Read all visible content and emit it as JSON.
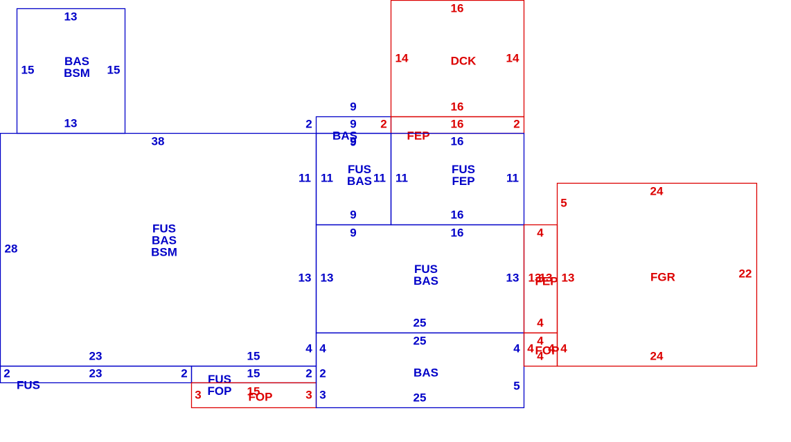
{
  "colors": {
    "living": "#0000c8",
    "other": "#dc0000"
  },
  "areas": [
    {
      "id": "bas-bsm-top",
      "labels": [
        "BAS",
        "BSM"
      ],
      "color": "living",
      "sides": {
        "top": "13",
        "bottom": "13",
        "left": "15",
        "right": "15"
      }
    },
    {
      "id": "main-fus-bas-bsm",
      "labels": [
        "FUS",
        "BAS",
        "BSM"
      ],
      "color": "living",
      "sides": {
        "top": "38",
        "left": "28",
        "right": "11",
        "right2": "13",
        "right3": "4",
        "bottom": "23",
        "bottom2": "15"
      }
    },
    {
      "id": "fus-strip-left",
      "labels": [
        "FUS"
      ],
      "color": "living",
      "sides": {
        "top": "23",
        "left": "2",
        "right": "2"
      }
    },
    {
      "id": "fus-fop-strip",
      "labels": [
        "FUS",
        "FOP"
      ],
      "color": "living",
      "sides": {
        "top": "15",
        "right": "2"
      }
    },
    {
      "id": "fop-lower",
      "labels": [
        "FOP"
      ],
      "color": "other",
      "sides": {
        "top": "15",
        "left": "3",
        "right": "3"
      }
    },
    {
      "id": "bas-small",
      "labels": [
        "BAS"
      ],
      "color": "living",
      "sides": {
        "top": "9",
        "top2": "9",
        "bottom": "9",
        "left": "2"
      }
    },
    {
      "id": "fep-small",
      "labels": [
        "FEP"
      ],
      "color": "other",
      "sides": {
        "left": "2",
        "right": "2",
        "top": "16"
      }
    },
    {
      "id": "dck",
      "labels": [
        "DCK"
      ],
      "color": "other",
      "sides": {
        "top": "16",
        "bottom": "16",
        "left": "14",
        "right": "14"
      }
    },
    {
      "id": "fus-bas-mid",
      "labels": [
        "FUS",
        "BAS"
      ],
      "color": "living",
      "sides": {
        "top": "9",
        "bottom": "9",
        "left": "11",
        "right": "11"
      }
    },
    {
      "id": "fus-fep",
      "labels": [
        "FUS",
        "FEP"
      ],
      "color": "living",
      "sides": {
        "top": "16",
        "bottom": "16",
        "left": "11",
        "right": "11"
      }
    },
    {
      "id": "fus-bas-lower",
      "labels": [
        "FUS",
        "BAS"
      ],
      "color": "living",
      "sides": {
        "top": "9",
        "top2": "16",
        "bottom": "25",
        "left": "13",
        "right": "13"
      }
    },
    {
      "id": "bas-bottom",
      "labels": [
        "BAS"
      ],
      "color": "living",
      "sides": {
        "top": "25",
        "bottom": "25",
        "left": "4",
        "left2": "2",
        "left3": "3",
        "right": "4",
        "right2": "5"
      }
    },
    {
      "id": "fep-right",
      "labels": [
        "FEP"
      ],
      "color": "other",
      "sides": {
        "top": "4",
        "bottom": "4",
        "left": "13",
        "left2": "13",
        "right": "13"
      }
    },
    {
      "id": "fop-right",
      "labels": [
        "FOP"
      ],
      "color": "other",
      "sides": {
        "top": "4",
        "bottom": "4",
        "left": "4",
        "right": "4",
        "right2": "4"
      }
    },
    {
      "id": "fgr",
      "labels": [
        "FGR"
      ],
      "color": "other",
      "sides": {
        "top": "24",
        "bottom": "24",
        "left": "5",
        "right": "22"
      }
    }
  ]
}
